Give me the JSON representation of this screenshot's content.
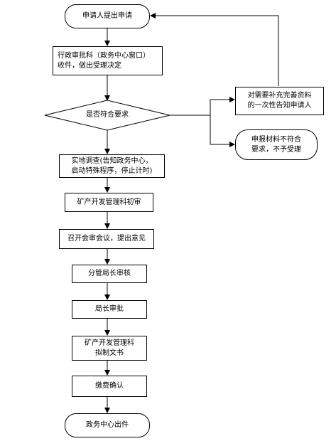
{
  "nodes": {
    "start": "申请人提出申请",
    "receive": "行政审批科（政务中心窗口）\n收件，做出受理决定",
    "decision": "是否符合要求",
    "notify": "对需要补充完善资料\n的一次性告知申请人",
    "reject": "申报材料不符合\n要求，不予受理",
    "survey": "实地调查(告知政务中心，\n启动特殊程序，停止计时)",
    "prelim": "矿产开发管理科初审",
    "meeting": "召开会审会议，提出意见",
    "deputy": "分管局长审核",
    "director": "局长审批",
    "draft": "矿产开发管理科\n拟制文书",
    "fee": "缴费确认",
    "issue": "政务中心出件"
  }
}
